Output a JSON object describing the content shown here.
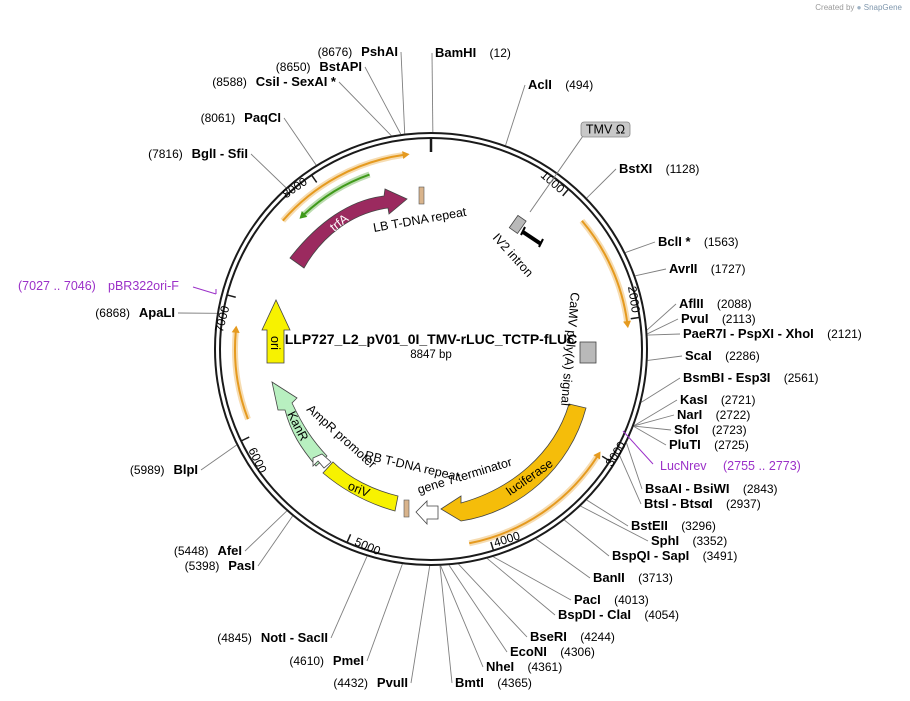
{
  "credit": {
    "created_by": "Created by",
    "app": "SnapGene"
  },
  "plasmid": {
    "name": "LLP727_L2_pV01_0I_TMV-rLUC_TCTP-fLUC",
    "size": "8847 bp",
    "length": 8847
  },
  "ticks": [
    "1000",
    "2000",
    "3000",
    "4000",
    "5000",
    "6000",
    "7000",
    "8000"
  ],
  "sites": [
    {
      "name": "BamHI",
      "pos": "(12)"
    },
    {
      "name": "AclI",
      "pos": "(494)"
    },
    {
      "name": "BstXI",
      "pos": "(1128)"
    },
    {
      "name": "BclI *",
      "pos": "(1563)"
    },
    {
      "name": "AvrII",
      "pos": "(1727)"
    },
    {
      "name": "AflII",
      "pos": "(2088)"
    },
    {
      "name": "PvuI",
      "pos": "(2113)"
    },
    {
      "name": "PaeR7I  -  PspXI  -  XhoI",
      "pos": "(2121)"
    },
    {
      "name": "ScaI",
      "pos": "(2286)"
    },
    {
      "name": "BsmBI  -  Esp3I",
      "pos": "(2561)"
    },
    {
      "name": "KasI",
      "pos": "(2721)"
    },
    {
      "name": "NarI",
      "pos": "(2722)"
    },
    {
      "name": "SfoI",
      "pos": "(2723)"
    },
    {
      "name": "PluTI",
      "pos": "(2725)"
    },
    {
      "name": "BsaAI  -  BsiWI",
      "pos": "(2843)"
    },
    {
      "name": "BtsI  -  BtsαI",
      "pos": "(2937)"
    },
    {
      "name": "BstEII",
      "pos": "(3296)"
    },
    {
      "name": "SphI",
      "pos": "(3352)"
    },
    {
      "name": "BspQI  -  SapI",
      "pos": "(3491)"
    },
    {
      "name": "BanII",
      "pos": "(3713)"
    },
    {
      "name": "PacI",
      "pos": "(4013)"
    },
    {
      "name": "BspDI  -  ClaI",
      "pos": "(4054)"
    },
    {
      "name": "BseRI",
      "pos": "(4244)"
    },
    {
      "name": "EcoNI",
      "pos": "(4306)"
    },
    {
      "name": "NheI",
      "pos": "(4361)"
    },
    {
      "name": "BmtI",
      "pos": "(4365)"
    },
    {
      "name": "PvuII",
      "pos": "(4432)"
    },
    {
      "name": "PmeI",
      "pos": "(4610)"
    },
    {
      "name": "NotI  -  SacII",
      "pos": "(4845)"
    },
    {
      "name": "PasI",
      "pos": "(5398)"
    },
    {
      "name": "AfeI",
      "pos": "(5448)"
    },
    {
      "name": "BlpI",
      "pos": "(5989)"
    },
    {
      "name": "ApaLI",
      "pos": "(6868)"
    },
    {
      "name": "BglI  -  SfiI",
      "pos": "(7816)"
    },
    {
      "name": "PaqCI",
      "pos": "(8061)"
    },
    {
      "name": "CsiI  -  SexAI *",
      "pos": "(8588)"
    },
    {
      "name": "BstAPI",
      "pos": "(8650)"
    },
    {
      "name": "PshAI",
      "pos": "(8676)"
    }
  ],
  "primers": [
    {
      "name": "pBR322ori-F",
      "range": "(7027 .. 7046)"
    },
    {
      "name": "LucNrev",
      "range": "(2755 .. 2773)"
    }
  ],
  "features": {
    "tmv_omega": "TMV Ω",
    "iv2_intron": "IV2 intron",
    "lb_repeat": "LB T-DNA repeat",
    "trfa": "trfA",
    "camv_polya": "CaMV poly(A) signal",
    "luciferase": "luciferase",
    "gene7": "gene 7 terminator",
    "rb_repeat": "RB T-DNA repeat",
    "oriv": "oriV",
    "ampr_promoter": "AmpR promoter",
    "kanr": "KanR",
    "ori_partial": "ori"
  },
  "colors": {
    "backbone": "#1a1a1a",
    "site_line": "#7f7f7f",
    "trfa": "#9b2a5f",
    "luciferase": "#f5bd0a",
    "oriv": "#f7f200",
    "ori": "#f7f200",
    "kanr": "#b8f0c0",
    "ampr_promoter": "#ffffff",
    "terminator": "#b9b9b9",
    "lb_rb": "#d9b48c",
    "intron": "#000000",
    "orf_orange": "#e59a1f",
    "orf_green": "#3f9a1a",
    "primer": "#9b30c8"
  }
}
